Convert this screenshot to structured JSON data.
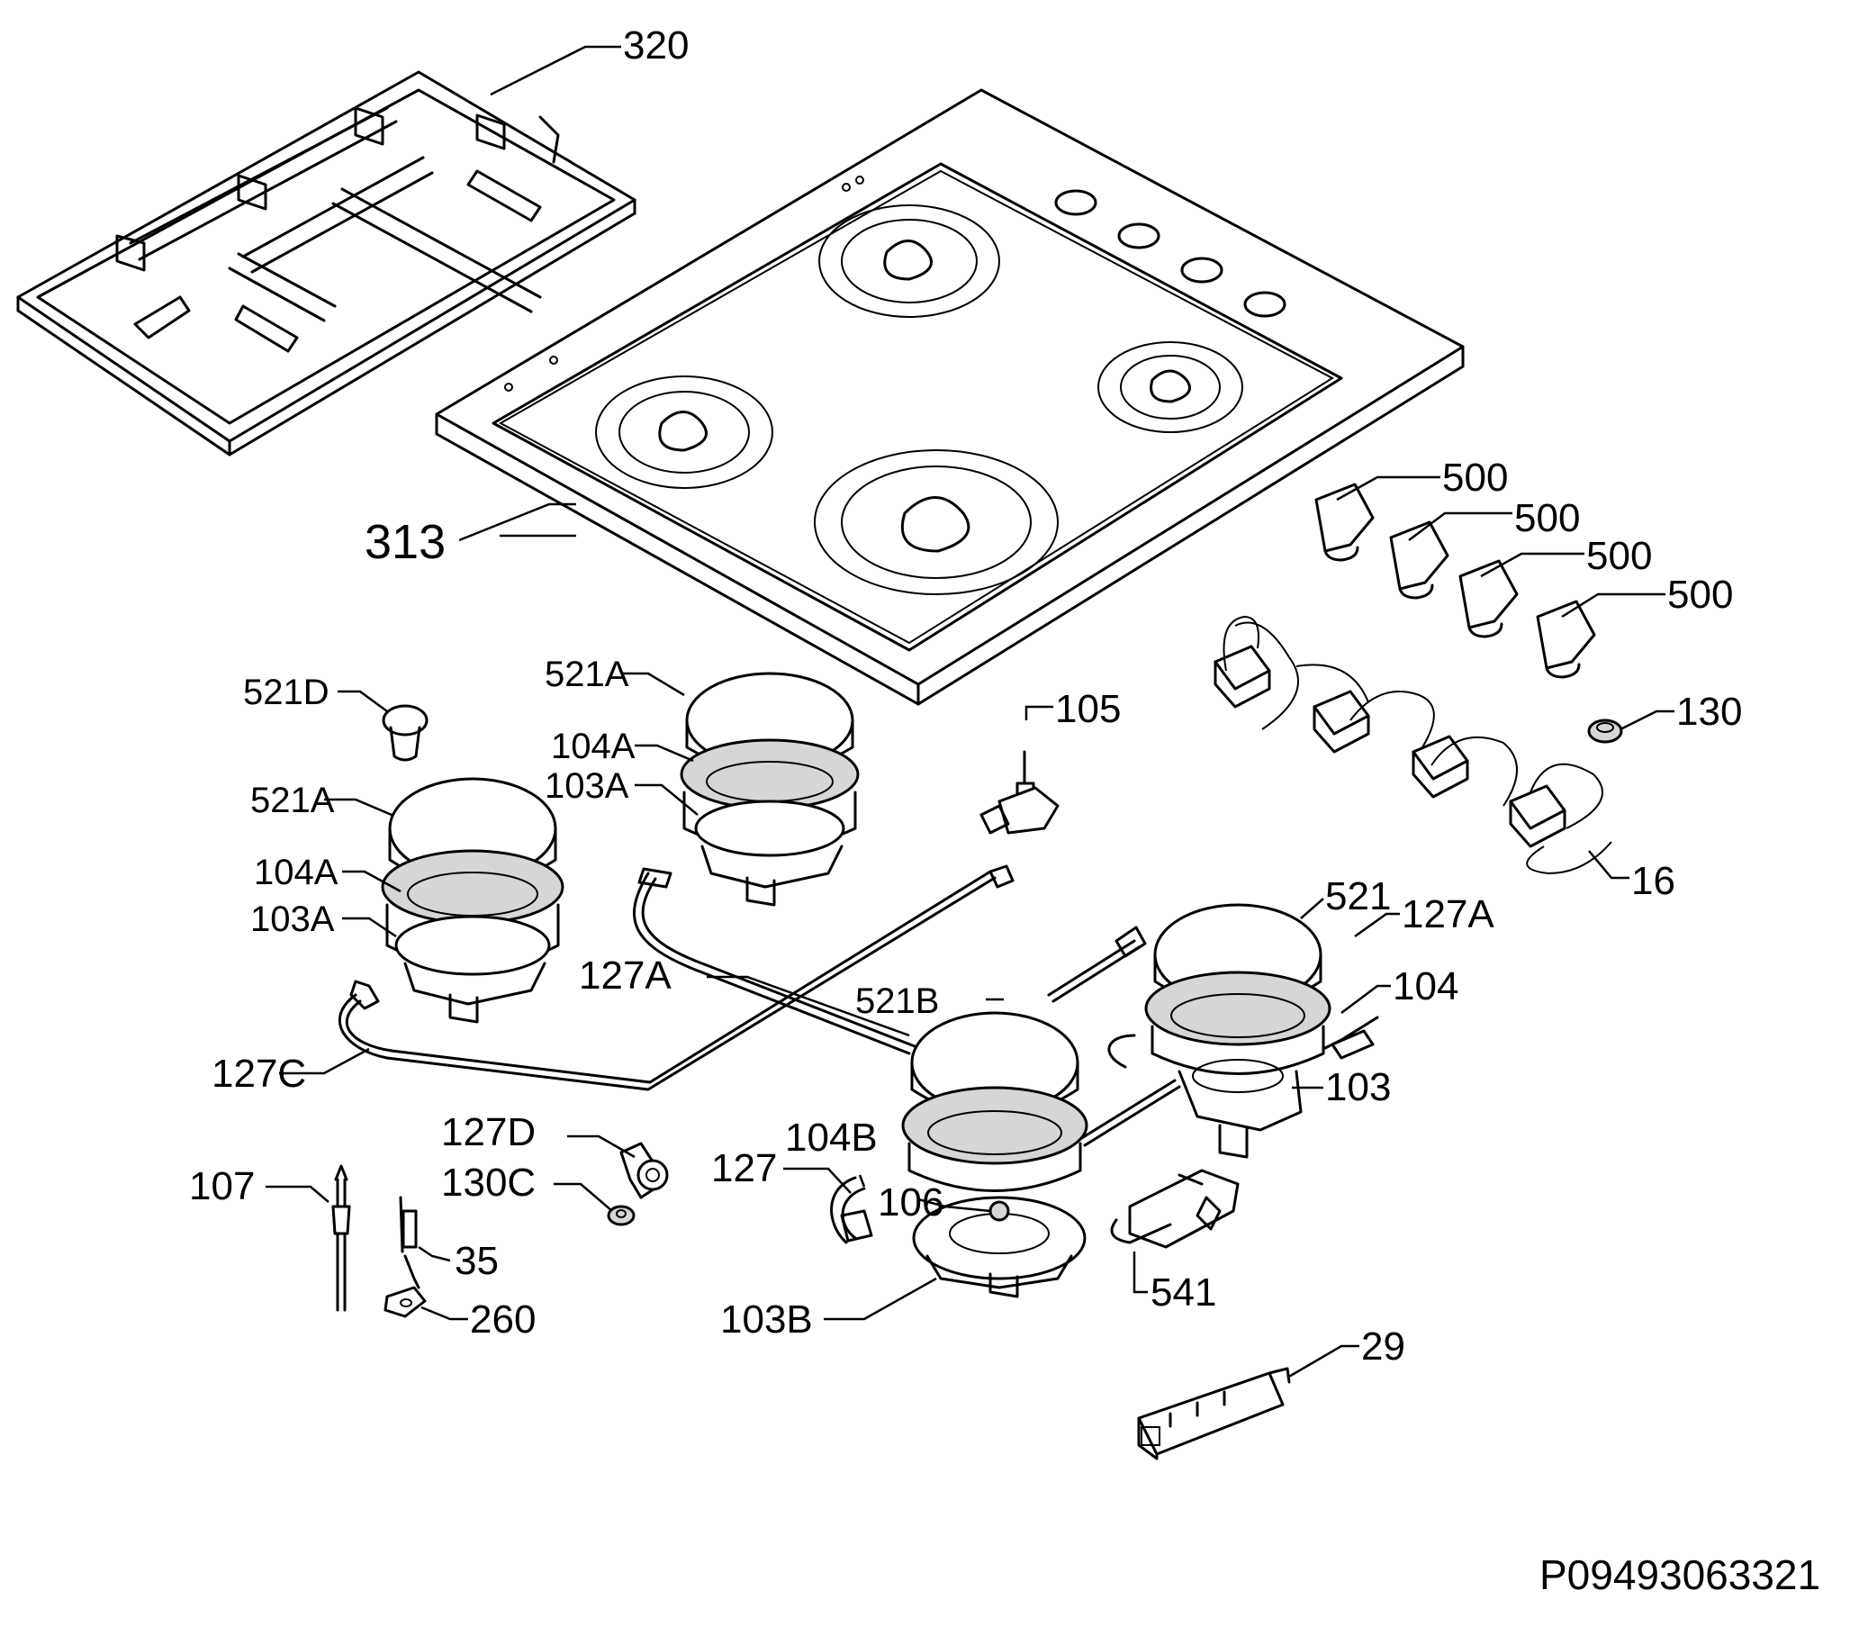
{
  "reference_code": "P09493063321",
  "part_labels": {
    "pan_support": "320",
    "hob_top": "313",
    "knob_1": "500",
    "knob_2": "500",
    "knob_3": "500",
    "knob_4": "500",
    "grommet": "130",
    "wiring_16": "16",
    "cap_521d": "521D",
    "cap_521a_rear": "521A",
    "ring_104a_rear": "104A",
    "body_103a_rear": "103A",
    "cap_521a_left": "521A",
    "ring_104a_left": "104A",
    "body_103a_left": "103A",
    "valve_105": "105",
    "pipe_127a_mid": "127A",
    "pipe_127c": "127C",
    "cap_521": "521",
    "pipe_127a_right": "127A",
    "ring_104": "104",
    "body_103": "103",
    "cap_521b": "521B",
    "ring_104b": "104B",
    "pipe_127": "127",
    "injector_106": "106",
    "body_103b": "103B",
    "elbow_127d": "127D",
    "washer_130c": "130C",
    "thermocouple_107": "107",
    "electrode_35": "35",
    "clip_260": "260",
    "switch_541": "541",
    "igniter_29": "29"
  }
}
